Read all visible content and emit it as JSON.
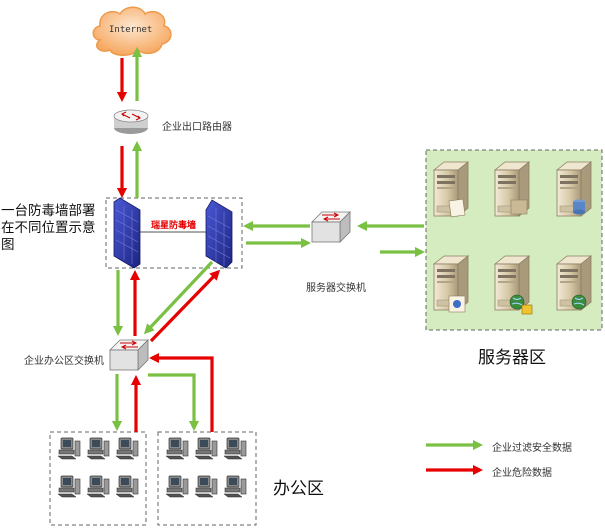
{
  "internet": {
    "label": "Internet"
  },
  "router": {
    "label": "企业出口路由器"
  },
  "firewall": {
    "label": "瑞星防毒墙"
  },
  "note": {
    "text": "一台防毒墙部署在不同位置示意图"
  },
  "server_switch": {
    "label": "服务器交换机"
  },
  "server_zone": {
    "label": "服务器区"
  },
  "office_switch": {
    "label": "企业办公区交换机"
  },
  "office_zone": {
    "label": "办公区"
  },
  "legend": {
    "green_label": "企业过滤安全数据",
    "red_label": "企业危险数据"
  },
  "colors": {
    "green": "#7ac143",
    "red": "#e60000",
    "server_zone_bg": "#d4ecbf",
    "cloud": "#f7b06a",
    "firewall": "#2e3aa8"
  }
}
